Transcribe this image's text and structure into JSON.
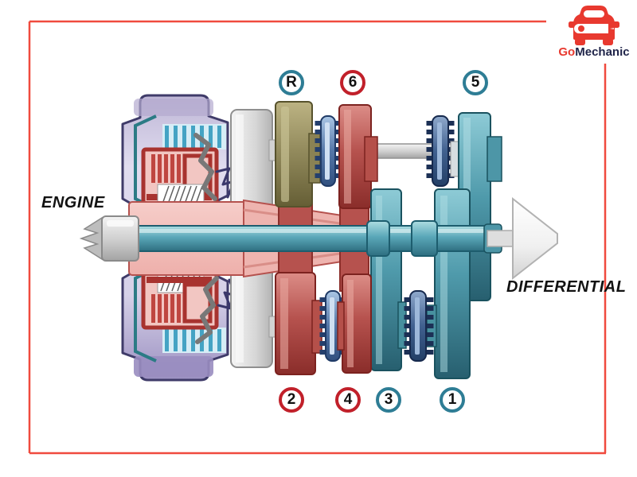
{
  "logo": {
    "go": "Go",
    "mechanic": "Mechanic"
  },
  "annotations": {
    "engine": "ENGINE",
    "differential": "DIFFERENTIAL"
  },
  "gear_labels": {
    "top": [
      {
        "text": "R",
        "ring": "teal"
      },
      {
        "text": "6",
        "ring": "red"
      },
      {
        "text": "5",
        "ring": "teal"
      }
    ],
    "bottom": [
      {
        "text": "2",
        "ring": "red"
      },
      {
        "text": "4",
        "ring": "red"
      },
      {
        "text": "3",
        "ring": "teal"
      },
      {
        "text": "1",
        "ring": "teal"
      }
    ]
  },
  "colors": {
    "border_red": "#f04a3e",
    "ring_red": "#c1202a",
    "ring_teal": "#2e7d95",
    "logo_red": "#e8392f",
    "logo_navy": "#20254a",
    "shaft_teal": "#5aa7b8",
    "gear_red": "#b6524e",
    "gear_teal": "#4f9aab",
    "gear_olive": "#948c5e",
    "synchro_blue": "#5577a8",
    "clutch_pink": "#f0c0bc",
    "housing_purple": "#9b90c1"
  }
}
